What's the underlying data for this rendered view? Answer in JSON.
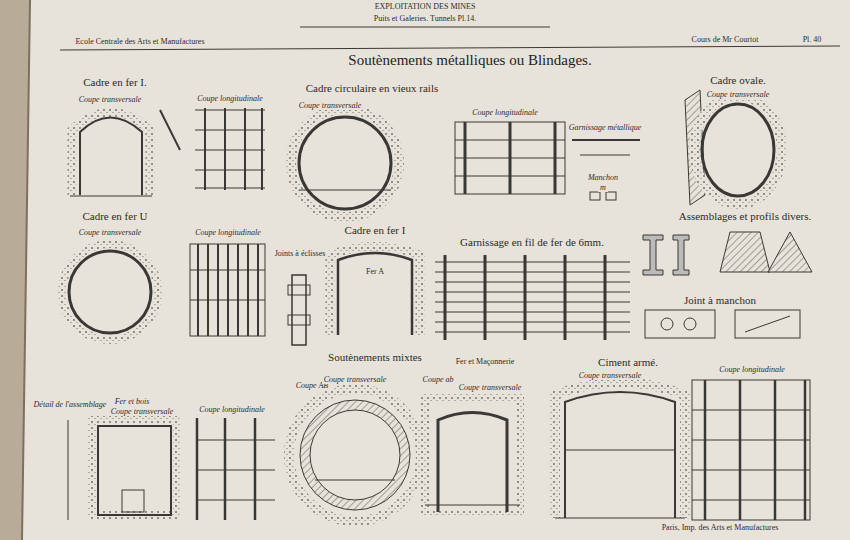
{
  "diagram": {
    "title": "Soutènements métalliques ou Blindages.",
    "labels": [
      "EXPLOITATION DES MINES",
      "Puits et Galeries. Tunnels Pl.14.",
      "Ecole Centrale des Arts et Manufactures",
      "Cours de Mr Courtot",
      "Pl. 40",
      "Cadre en fer I.",
      "Coupe transversale",
      "Coupe longitudinale",
      "Cadre circulaire en vieux rails",
      "Coupe transversale",
      "Coupe longitudinale",
      "Cadre ovale.",
      "Coupe transversale",
      "Garnissage métallique",
      "Manchon",
      "m",
      "Cadre en fer U",
      "Coupe transversale",
      "Coupe longitudinale",
      "Joints à éclisses",
      "Cadre en fer I",
      "Fer A",
      "Garnissage en fil de fer de 6mm.",
      "Assemblages et profils divers.",
      "Joint à manchon",
      "Soutènements mixtes",
      "Fer et Maçonnerie",
      "Ciment armé.",
      "Fer et bois",
      "Détail de l'assemblage",
      "Coupe transversale",
      "Coupe longitudinale",
      "Coupe AB",
      "Coupe transversale",
      "Coupe ab",
      "Coupe transversale",
      "Coupe transversale",
      "Coupe longitudinale",
      "Paris, Imp. des Arts et Manufactures"
    ]
  }
}
